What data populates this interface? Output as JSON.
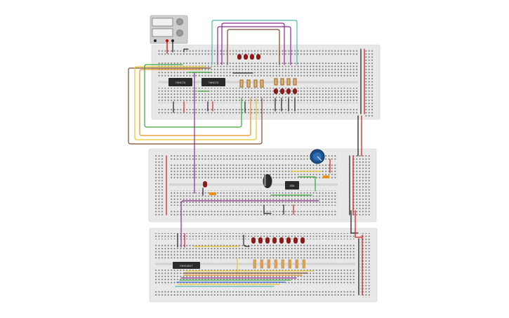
{
  "app": {
    "canvas_background": "#ffffff"
  },
  "power_supply": {
    "readouts": [
      "",
      ""
    ],
    "knob_color": "#9a9a9a",
    "positive_color": "#cc0000",
    "negative_color": "#222222"
  },
  "breadboards": [
    {
      "name": "breadboard-top",
      "color": "#e8e8e8"
    },
    {
      "name": "breadboard-middle",
      "color": "#e8e8e8"
    },
    {
      "name": "breadboard-bottom",
      "color": "#e8e8e8"
    }
  ],
  "chips": [
    {
      "name": "ic-chip-top-left",
      "label": "74HC74"
    },
    {
      "name": "ic-chip-top-right",
      "label": "74HC74"
    },
    {
      "name": "ic-timer-555",
      "label": "555"
    },
    {
      "name": "ic-chip-bottom",
      "label": "74HC4017"
    }
  ],
  "potentiometer": {
    "knob_color": "#1a4f8a"
  },
  "led_color": "#8b1a1a",
  "wire_colors": {
    "cyan": "#52b7b5",
    "purple": "#8b2a90",
    "brown": "#7a4a2a",
    "orange": "#e8901e",
    "yellow": "#e8c72a",
    "green": "#3aa63a",
    "red": "#d42424",
    "black": "#222222",
    "blue": "#3a6bd0"
  }
}
